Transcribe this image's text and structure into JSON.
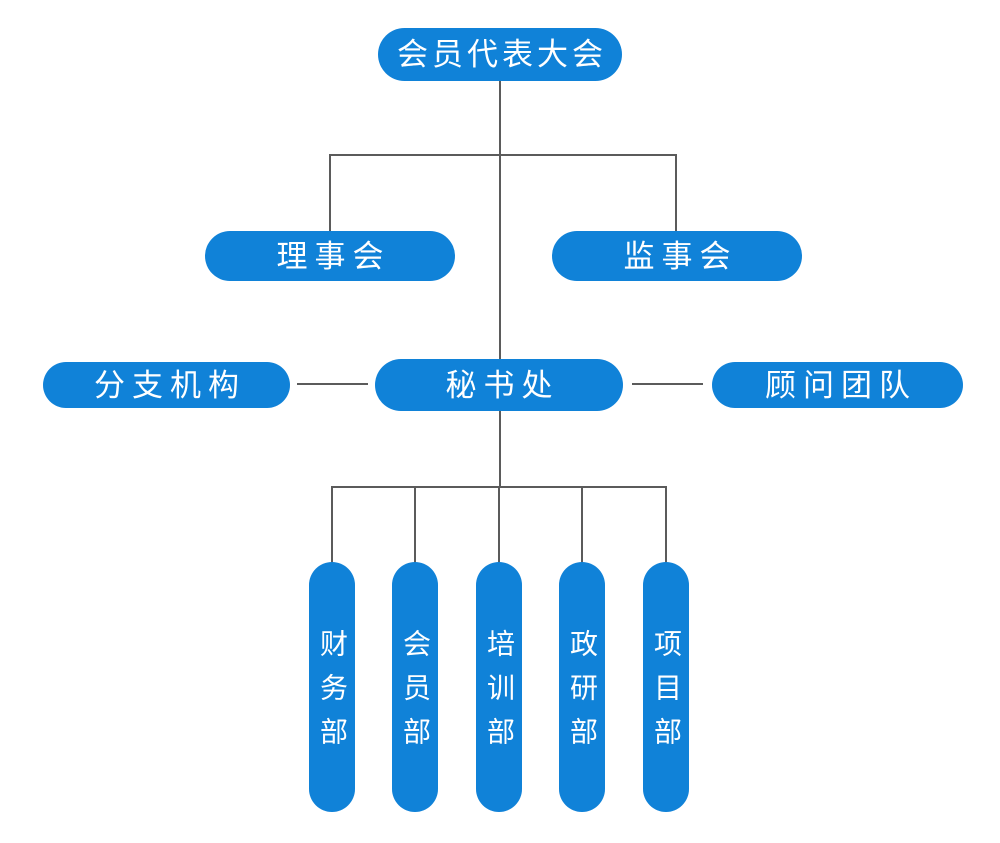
{
  "diagram": {
    "type": "org-chart",
    "colors": {
      "node_fill": "#1082d8",
      "node_text": "#ffffff",
      "connector": "#5b5b5b",
      "background": "#ffffff"
    },
    "nodes": {
      "assembly": "会员代表大会",
      "board": "理事会",
      "supervisors": "监事会",
      "branches": "分支机构",
      "secretariat": "秘书处",
      "advisors": "顾问团队",
      "finance": "财务部",
      "membership": "会员部",
      "training": "培训部",
      "policy_research": "政研部",
      "projects": "项目部"
    },
    "edges": [
      {
        "from": "会员代表大会",
        "to": "理事会"
      },
      {
        "from": "会员代表大会",
        "to": "监事会"
      },
      {
        "from": "会员代表大会",
        "to": "秘书处"
      },
      {
        "from": "分支机构",
        "to": "秘书处"
      },
      {
        "from": "秘书处",
        "to": "顾问团队"
      },
      {
        "from": "秘书处",
        "to": "财务部"
      },
      {
        "from": "秘书处",
        "to": "会员部"
      },
      {
        "from": "秘书处",
        "to": "培训部"
      },
      {
        "from": "秘书处",
        "to": "政研部"
      },
      {
        "from": "秘书处",
        "to": "项目部"
      }
    ]
  }
}
